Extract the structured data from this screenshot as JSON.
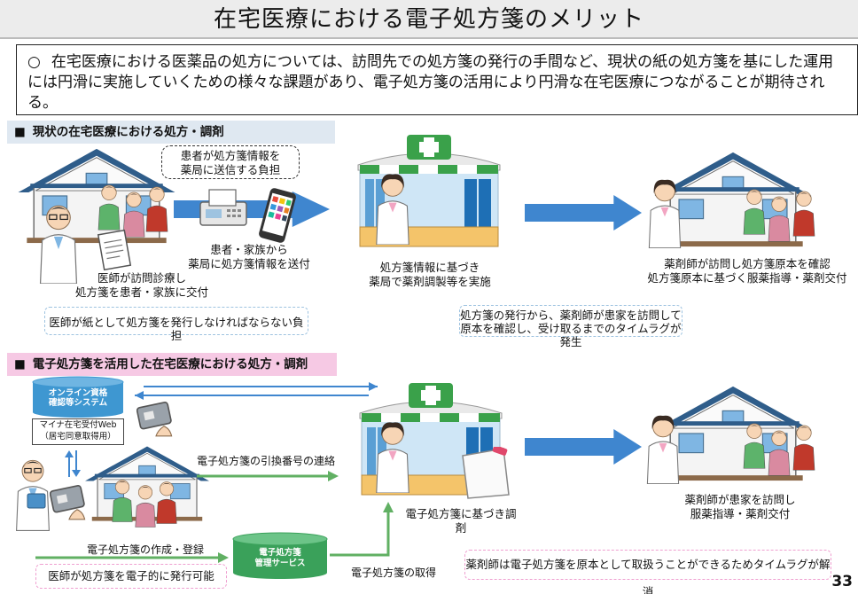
{
  "title": "在宅医療における電子処方箋のメリット",
  "intro": {
    "bullet": "○",
    "text": "在宅医療における医薬品の処方については、訪問先での処方箋の発行の手間など、現状の紙の処方箋を基にした運用には円滑に実施していくための様々な課題があり、電子処方箋の活用により円滑な在宅医療につながることが期待される。"
  },
  "section1": {
    "bullet": "■",
    "header": "現状の在宅医療における処方・調剤",
    "burden_patient": "患者が処方箋情報を\n薬局に送信する負担",
    "cap_doctor": "医師が訪問診療し\n処方箋を患者・家族に交付",
    "cap_send": "患者・家族から\n薬局に処方箋情報を送付",
    "cap_pharmacy": "処方箋情報に基づき\n薬局で薬剤調製等を実施",
    "cap_pharmacist": "薬剤師が訪問し処方箋原本を確認\n処方箋原本に基づく服薬指導・薬剤交付",
    "note_doctor": "医師が紙として処方箋を発行しなければならない負担",
    "note_timelag": "処方箋の発行から、薬剤師が患家を訪問して\n原本を確認し、受け取るまでのタイムラグが発生"
  },
  "section2": {
    "bullet": "■",
    "header": "電子処方箋を活用した在宅医療における処方・調剤",
    "online_system": "オンライン資格\n確認等システム",
    "maina_web": "マイナ在宅受付Web\n（居宅同意取得用）",
    "cap_exchange": "電子処方箋の引換番号の連絡",
    "cap_create": "電子処方箋の作成・登録",
    "mgmt_service": "電子処方箋\n管理サービス",
    "cap_dispense": "電子処方箋に基づき調剤",
    "cap_acquire": "電子処方箋の取得",
    "cap_pharmacist": "薬剤師が患家を訪問し\n服薬指導・薬剤交付",
    "note_doctor": "医師が処方箋を電子的に発行可能",
    "note_pharmacist": "薬剤師は電子処方箋を原本として取扱うことができるためタイムラグが解消"
  },
  "page_number": "33",
  "colors": {
    "arrow_blue": "#3f86cf",
    "arrow_green": "#61b063",
    "cylinder_blue": "#3e97d1",
    "header_blue": "#dfe8f1",
    "header_pink": "#f6c9e4",
    "pharmacy_green": "#3aa14a",
    "cross_red": "#e0486b"
  }
}
